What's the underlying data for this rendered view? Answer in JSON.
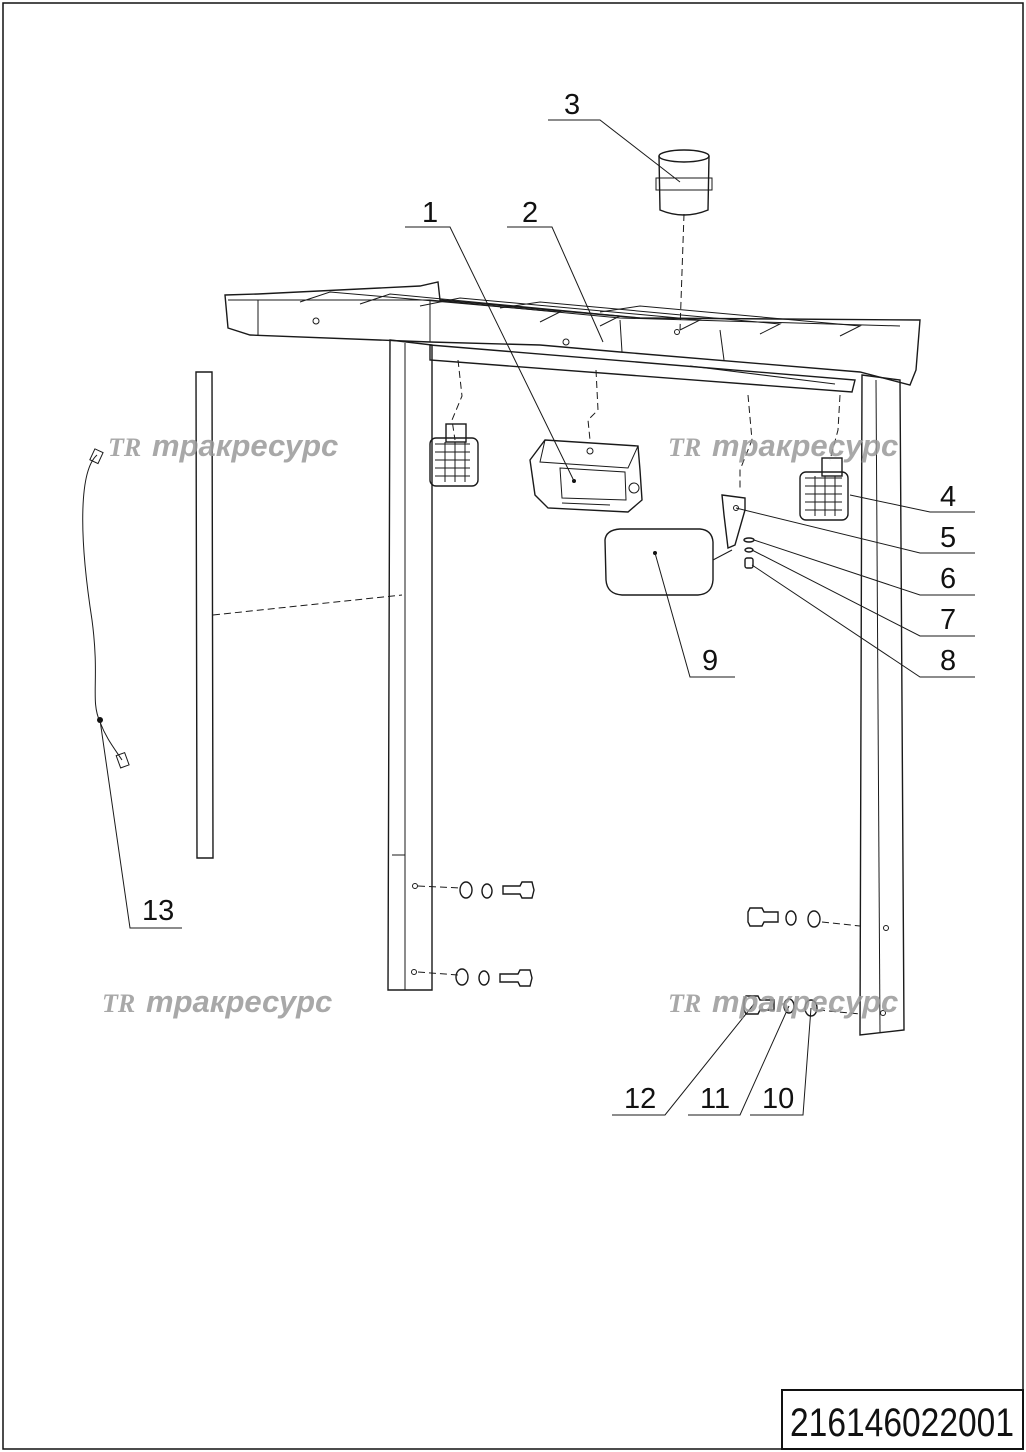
{
  "drawing_number": "216146022001",
  "watermark": {
    "brand": "тракресурс",
    "logo_letters": "TR"
  },
  "callouts": [
    "1",
    "2",
    "3",
    "4",
    "5",
    "6",
    "7",
    "8",
    "9",
    "10",
    "11",
    "12",
    "13"
  ]
}
